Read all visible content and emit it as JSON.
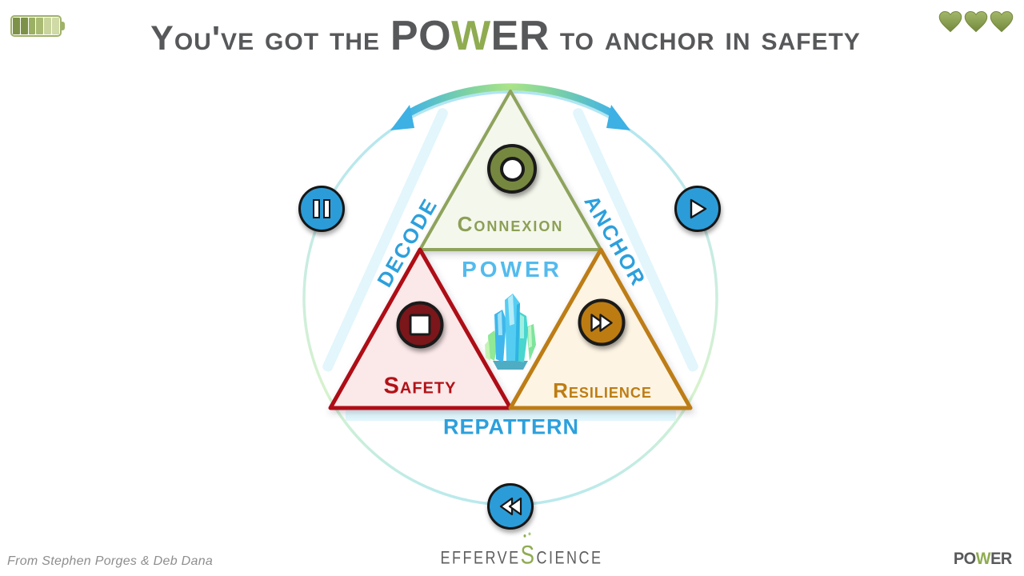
{
  "slide": {
    "title": {
      "lead": "You've got the ",
      "power": {
        "start": "PO",
        "w": "W",
        "end": "ER"
      },
      "tail": " to anchor in safety"
    },
    "battery": {
      "segments": 6,
      "segment_colors": [
        "#7d9149",
        "#7d9149",
        "#9cb064",
        "#a9bb72",
        "#c8d49b",
        "#cfdaa6"
      ]
    },
    "hearts": {
      "count": 3,
      "color": "#87994f"
    }
  },
  "diagram": {
    "center_word": "POWER",
    "triangles": {
      "connexion": {
        "label": "Connexion",
        "color": "#8c9f56",
        "fill": "#f4f7ec",
        "icon": "record-icon"
      },
      "safety": {
        "label": "Safety",
        "color": "#b11217",
        "fill": "#fbe8e9",
        "icon": "stop-icon"
      },
      "resilience": {
        "label": "Resilience",
        "color": "#bd7d13",
        "fill": "#fdf4e3",
        "icon": "fast-forward-icon"
      }
    },
    "process_labels": {
      "left": "DECODE",
      "right": "ANCHOR",
      "bottom": "REPATTERN"
    },
    "transport_buttons": {
      "left": "pause-button",
      "right": "play-button",
      "bottom": "rewind-button"
    },
    "accent_colors": {
      "process_blue": "#2da0dc",
      "power_blue": "#53bbee",
      "button_blue": "#2b9cd8",
      "cycle_cyan": "#b4e7f2",
      "cycle_green": "#d6f2cc"
    },
    "center_icon": "crystal-icon"
  },
  "footer": {
    "attribution": "From Stephen Porges & Deb Dana",
    "effervescience": {
      "part1": "Efferve",
      "accent": "S",
      "part2": "cience"
    },
    "power_logo": {
      "start": "PO",
      "accent": "W",
      "end": "ER"
    }
  }
}
